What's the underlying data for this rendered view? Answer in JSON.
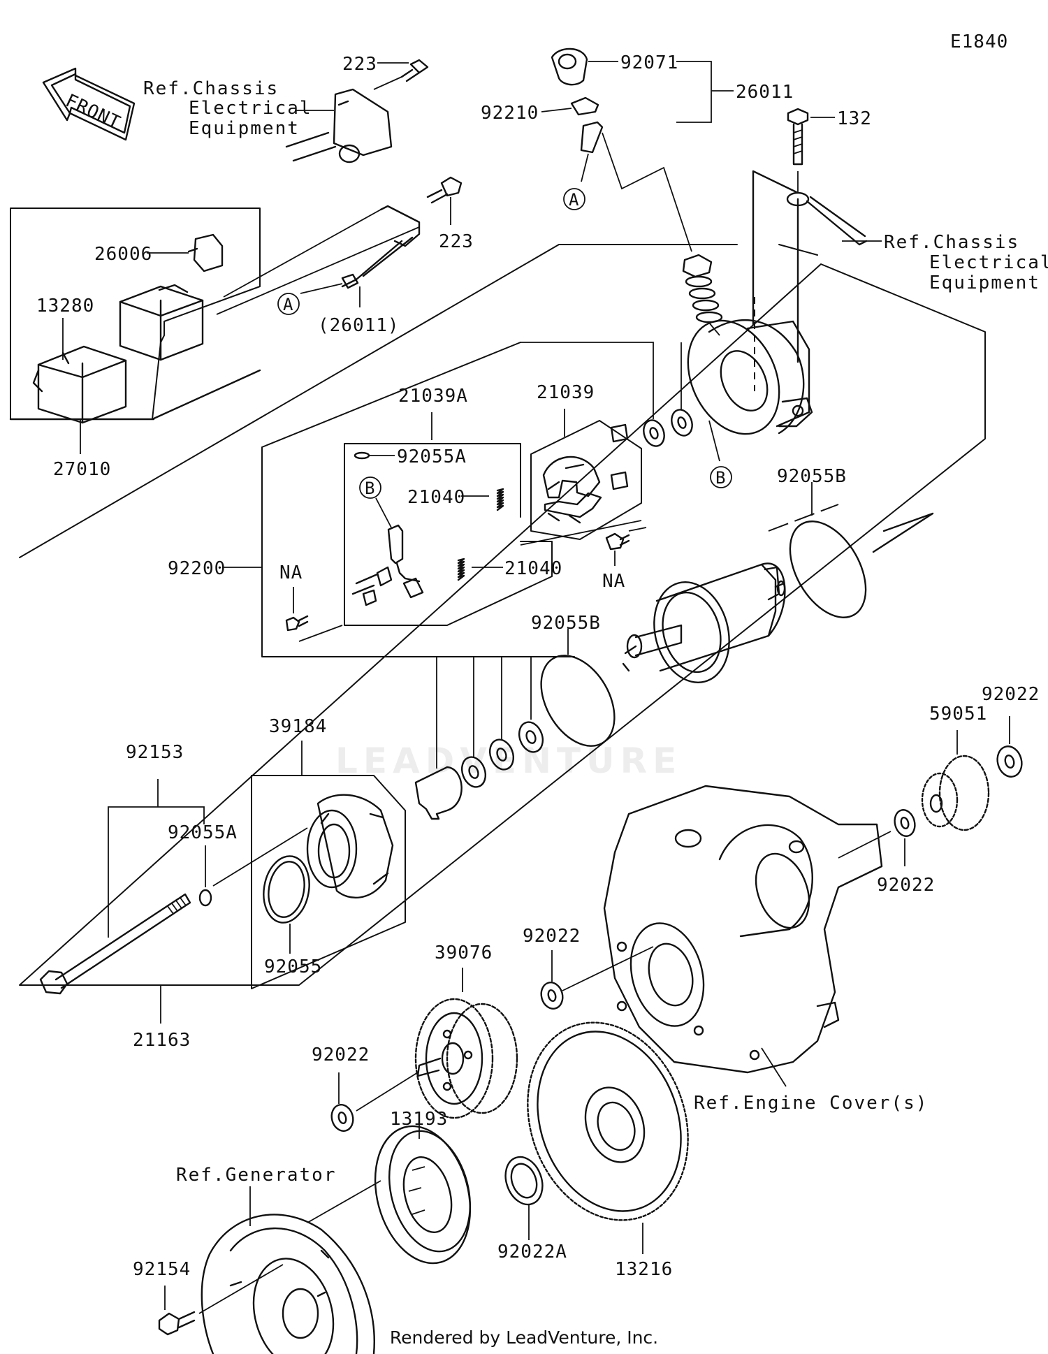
{
  "diagram_code": "E1840",
  "front_label": "FRONT",
  "watermark": "LEADVENTURE",
  "footer": "Rendered by LeadVenture, Inc.",
  "refs": {
    "chassis_left": [
      "Ref.Chassis",
      "Electrical",
      "Equipment"
    ],
    "chassis_right": [
      "Ref.Chassis",
      "Electrical",
      "Equipment"
    ],
    "engine_cover": "Ref.Engine Cover(s)",
    "generator": "Ref.Generator"
  },
  "circles": {
    "a_top": "A",
    "a_left": "A",
    "b_top": "B",
    "b_left": "B"
  },
  "parts": {
    "p223_top": "223",
    "p223_mid": "223",
    "p92071": "92071",
    "p26011": "26011",
    "p92210": "92210",
    "p132": "132",
    "p26006": "26006",
    "p13280": "13280",
    "p26011_paren": "(26011)",
    "p27010": "27010",
    "p21039A": "21039A",
    "p21039": "21039",
    "p92055A_top": "92055A",
    "p21040_top": "21040",
    "p21040_bot": "21040",
    "p92200": "92200",
    "na_left": "NA",
    "na_right": "NA",
    "p92055B_top": "92055B",
    "p92055B_mid": "92055B",
    "p39184": "39184",
    "p92153": "92153",
    "p92055A_left": "92055A",
    "p92055": "92055",
    "p21163": "21163",
    "p92022_r_top": "92022",
    "p59051": "59051",
    "p92022_r_mid": "92022",
    "p92022_c": "92022",
    "p39076": "39076",
    "p92022_l": "92022",
    "p13193": "13193",
    "p92022A": "92022A",
    "p13216": "13216",
    "p92154": "92154"
  }
}
